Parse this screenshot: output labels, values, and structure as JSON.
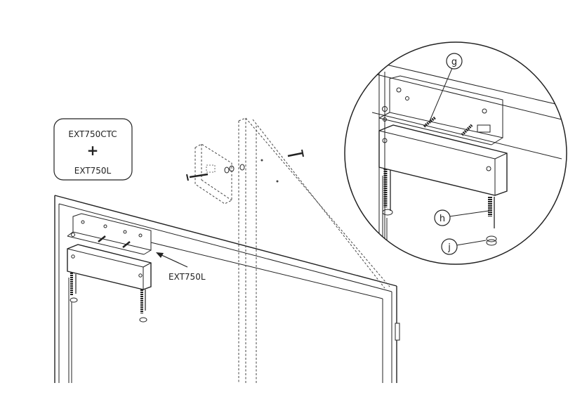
{
  "kit_box": {
    "line1": "EXT750CTC",
    "plus": "+",
    "line2": "EXT750L"
  },
  "pointer_label": "EXT750L",
  "callouts": [
    {
      "letter": "g"
    },
    {
      "letter": "h"
    },
    {
      "letter": "j"
    }
  ]
}
